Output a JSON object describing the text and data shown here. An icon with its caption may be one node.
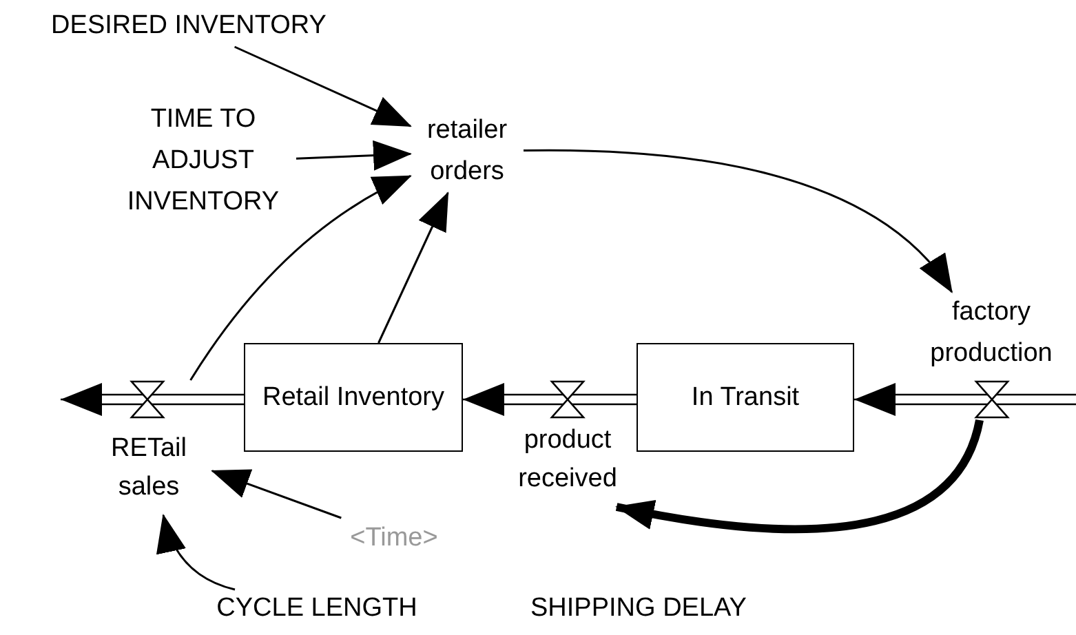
{
  "diagram": {
    "nodes": [
      {
        "text": [
          "DESIRED INVENTORY"
        ]
      },
      {
        "text": [
          "TIME TO ADJUST INVENTORY"
        ]
      },
      {
        "text": [
          "retailer orders"
        ]
      },
      {
        "text": [
          "Retail Inventory"
        ]
      },
      {
        "text": [
          "In Transit"
        ]
      },
      {
        "text": [
          "RETail sales"
        ]
      },
      {
        "text": [
          "product received"
        ]
      },
      {
        "text": [
          "factory production"
        ]
      },
      {
        "text": [
          "<Time>"
        ]
      },
      {
        "text": [
          "CYCLE LENGTH"
        ]
      }
    ],
    "edges": [
      {
        "from": 0,
        "to": 2,
        "arrow": "to"
      },
      {
        "from": 1,
        "to": 2,
        "arrow": "to"
      },
      {
        "from": 5,
        "to": 2,
        "arrow": "to"
      },
      {
        "from": 3,
        "to": 2,
        "arrow": "to"
      },
      {
        "from": 2,
        "to": 7,
        "arrow": "to"
      },
      {
        "from": null,
        "to": 7,
        "arrow": "none"
      },
      {
        "from": 7,
        "to": 4,
        "arrow": "to"
      },
      {
        "from": 4,
        "to": 6,
        "arrow": "none"
      },
      {
        "from": 6,
        "to": 3,
        "arrow": "to"
      },
      {
        "from": 3,
        "to": 5,
        "arrow": "none"
      },
      {
        "from": 5,
        "to": null,
        "arrow": "to"
      },
      {
        "from": 7,
        "to": 6,
        "arrow": "to",
        "style": "thick"
      },
      {
        "from": 8,
        "to": 5,
        "arrow": "to"
      },
      {
        "from": 9,
        "to": 5,
        "arrow": "to"
      }
    ],
    "labels": [
      "SHIPPING DELAY"
    ]
  }
}
